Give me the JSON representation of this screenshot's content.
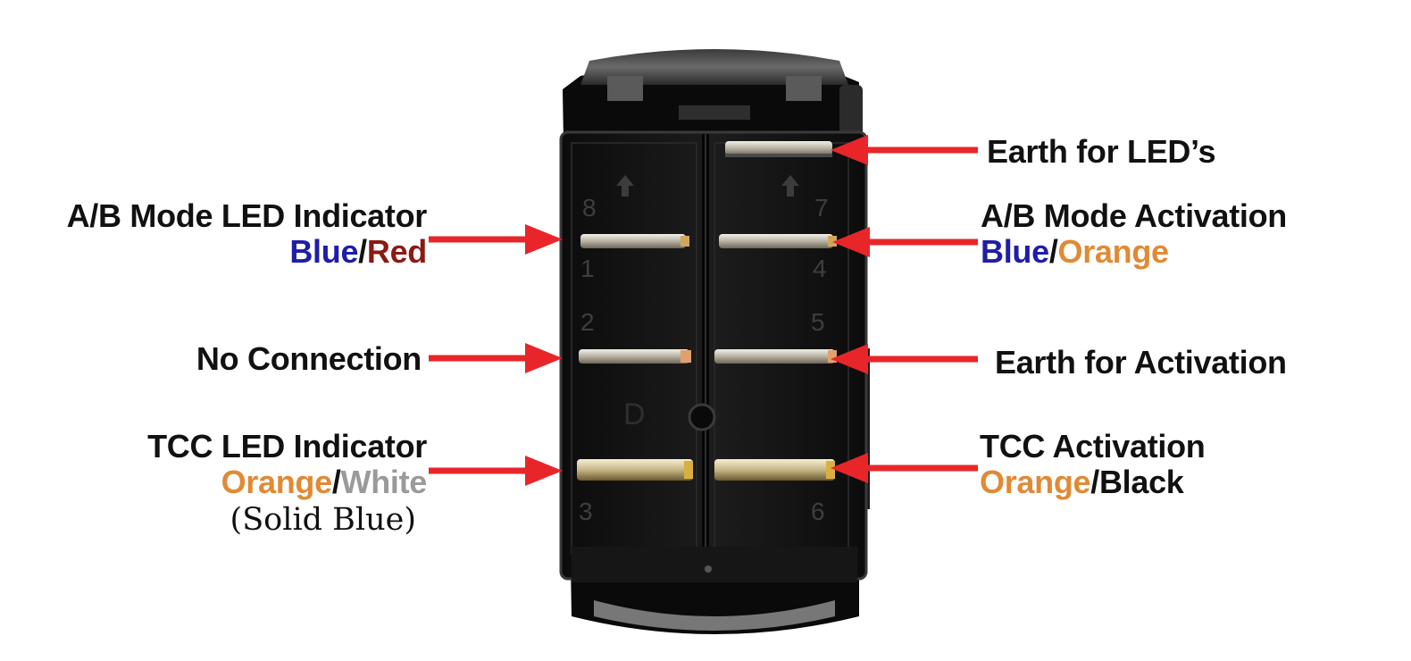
{
  "colors": {
    "arrow": "#e8262a",
    "blue": "#1e1ea8",
    "red": "#8a1a12",
    "orange": "#e08a35",
    "white_wire": "#9a9a9a",
    "black": "#111111"
  },
  "labels": {
    "earth_leds": "Earth for LED’s",
    "ab_led": {
      "title": "A/B Mode LED Indicator",
      "wire_1": "Blue",
      "sep": "/",
      "wire_2": "Red"
    },
    "ab_activation": {
      "title": "A/B Mode Activation",
      "wire_1": "Blue",
      "sep": "/",
      "wire_2": "Orange"
    },
    "no_connection": "No Connection",
    "earth_activation": "Earth for Activation",
    "tcc_led": {
      "title": "TCC LED Indicator",
      "wire_1": "Orange",
      "sep": "/",
      "wire_2": "White",
      "note": "(Solid Blue)"
    },
    "tcc_activation": {
      "title": "TCC Activation",
      "wire_1": "Orange",
      "sep": "/",
      "wire_2": "Black"
    }
  },
  "pins": {
    "left": [
      "8",
      "1",
      "2",
      "3"
    ],
    "right": [
      "7",
      "4",
      "5",
      "6"
    ],
    "marker": "D"
  }
}
